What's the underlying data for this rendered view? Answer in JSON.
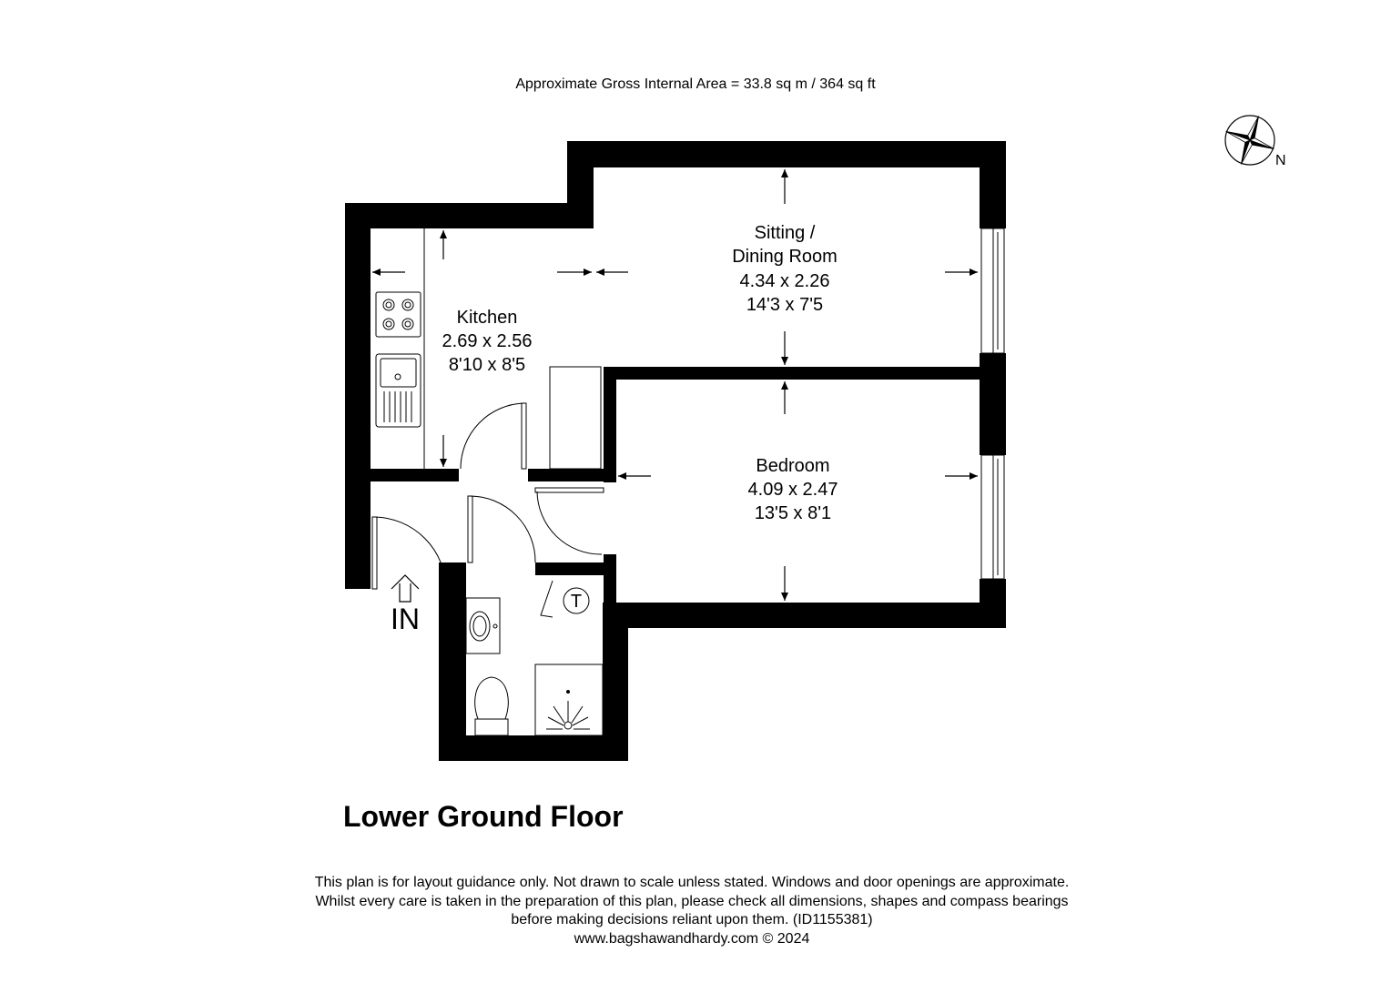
{
  "header": {
    "area_text": "Approximate Gross Internal Area = 33.8 sq m / 364 sq ft"
  },
  "compass": {
    "label": "N",
    "icon": "compass-star-icon"
  },
  "rooms": {
    "sitting": {
      "name_line1": "Sitting /",
      "name_line2": "Dining Room",
      "metric": "4.34 x 2.26",
      "imperial": "14'3 x 7'5"
    },
    "kitchen": {
      "name": "Kitchen",
      "metric": "2.69 x 2.56",
      "imperial": "8'10 x 8'5"
    },
    "bedroom": {
      "name": "Bedroom",
      "metric": "4.09 x 2.47",
      "imperial": "13'5 x 8'1"
    }
  },
  "fixtures": {
    "tank_label": "T"
  },
  "entrance": {
    "label": "IN"
  },
  "floor": {
    "title": "Lower Ground Floor"
  },
  "footer": {
    "line1": "This plan is for layout guidance only. Not drawn to scale unless stated. Windows and door openings are approximate.",
    "line2": "Whilst every care is taken in the preparation of this plan, please check all dimensions, shapes and compass bearings",
    "line3": "before making decisions reliant upon them. (ID1155381)",
    "line4": "www.bagshawandhardy.com © 2024"
  },
  "colors": {
    "wall": "#000000",
    "background": "#ffffff"
  }
}
